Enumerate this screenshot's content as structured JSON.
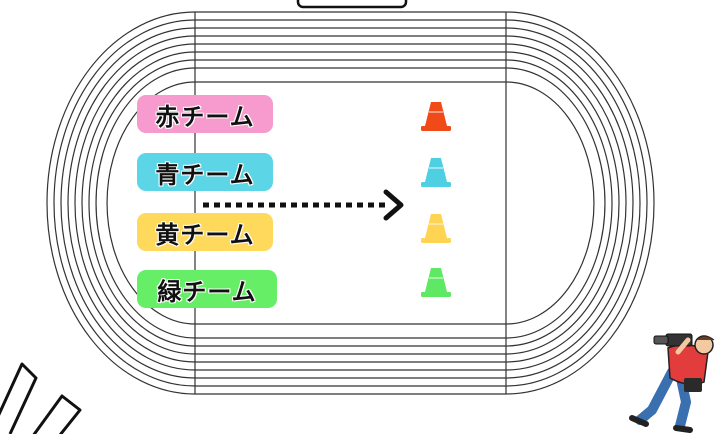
{
  "teams": [
    {
      "label": "赤チーム",
      "color": "#f79acd",
      "cone_color": "#f04a18"
    },
    {
      "label": "青チーム",
      "color": "#5cd6e6",
      "cone_color": "#4fd0e2"
    },
    {
      "label": "黄チーム",
      "color": "#ffd95c",
      "cone_color": "#ffd452"
    },
    {
      "label": "緑チーム",
      "color": "#66ee66",
      "cone_color": "#5ee863"
    }
  ],
  "track": {
    "line_color": "#333333",
    "lanes": 8
  },
  "arrow": {
    "style": "dotted",
    "direction": "right"
  },
  "decor": {
    "photographer": "photographer-illustration",
    "slashes": "decorative-slashes"
  }
}
